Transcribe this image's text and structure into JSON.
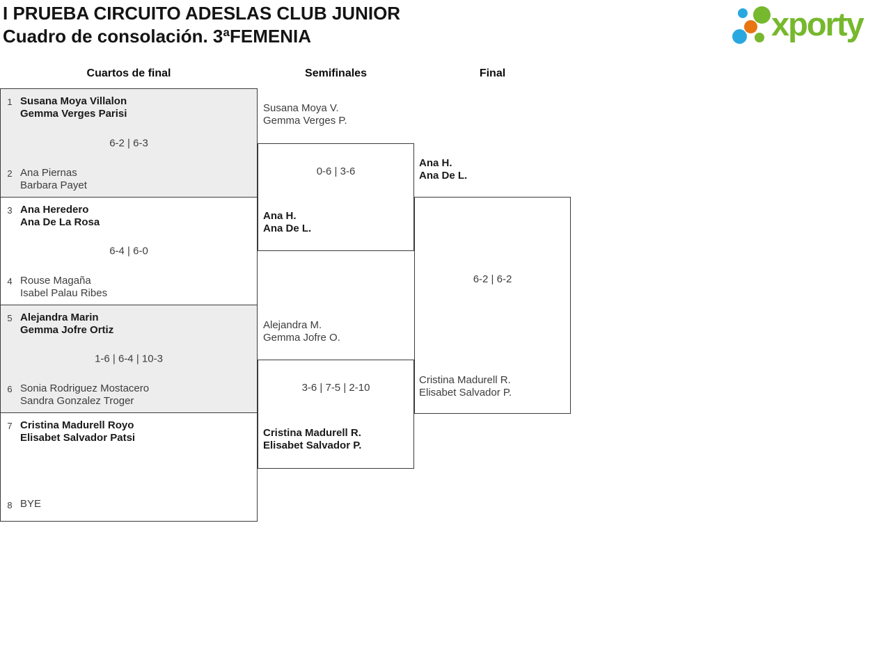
{
  "header": {
    "title_line1": "I PRUEBA CIRCUITO ADESLAS CLUB JUNIOR",
    "title_line2": "Cuadro de consolación. 3ªFEMENIA",
    "logo_text": "xporty"
  },
  "colors": {
    "logo_green": "#76b82e",
    "logo_blue": "#29a8e0",
    "logo_orange": "#e87511",
    "shaded_box_background": "#ededed",
    "box_border": "#3a3a3a"
  },
  "columns": [
    {
      "label": "Cuartos de final"
    },
    {
      "label": "Semifinales"
    },
    {
      "label": "Final"
    }
  ],
  "quarterfinals": [
    {
      "seed_top": "1",
      "team_top": [
        "Susana Moya Villalon",
        "Gemma Verges Parisi"
      ],
      "top_winner": true,
      "score": "6-2 | 6-3",
      "seed_bottom": "2",
      "team_bottom": [
        "Ana Piernas",
        "Barbara Payet"
      ],
      "bottom_winner": false
    },
    {
      "seed_top": "3",
      "team_top": [
        "Ana Heredero",
        "Ana De La Rosa"
      ],
      "top_winner": true,
      "score": "6-4 | 6-0",
      "seed_bottom": "4",
      "team_bottom": [
        "Rouse Magaña",
        "Isabel Palau Ribes"
      ],
      "bottom_winner": false
    },
    {
      "seed_top": "5",
      "team_top": [
        "Alejandra Marin",
        "Gemma Jofre Ortiz"
      ],
      "top_winner": true,
      "score": "1-6 | 6-4 | 10-3",
      "seed_bottom": "6",
      "team_bottom": [
        "Sonia Rodriguez Mostacero",
        "Sandra Gonzalez Troger"
      ],
      "bottom_winner": false
    },
    {
      "seed_top": "7",
      "team_top": [
        "Cristina Madurell Royo",
        "Elisabet Salvador Patsi"
      ],
      "top_winner": true,
      "seed_bottom": "8",
      "team_bottom": [
        "BYE"
      ],
      "bottom_winner": false
    }
  ],
  "semifinals": [
    {
      "team_top": [
        "Susana Moya V.",
        "Gemma Verges P."
      ],
      "top_winner": false,
      "score": "0-6 | 3-6",
      "team_bottom": [
        "Ana H.",
        "Ana De L."
      ],
      "bottom_winner": true
    },
    {
      "team_top": [
        "Alejandra M.",
        "Gemma Jofre O."
      ],
      "top_winner": false,
      "score": "3-6 | 7-5 | 2-10",
      "team_bottom": [
        "Cristina Madurell R.",
        "Elisabet Salvador P."
      ],
      "bottom_winner": true
    }
  ],
  "final": {
    "team_top": [
      "Ana H.",
      "Ana De L."
    ],
    "top_winner": true,
    "score": "6-2 | 6-2",
    "team_bottom": [
      "Cristina Madurell R.",
      "Elisabet Salvador P."
    ],
    "bottom_winner": false
  }
}
